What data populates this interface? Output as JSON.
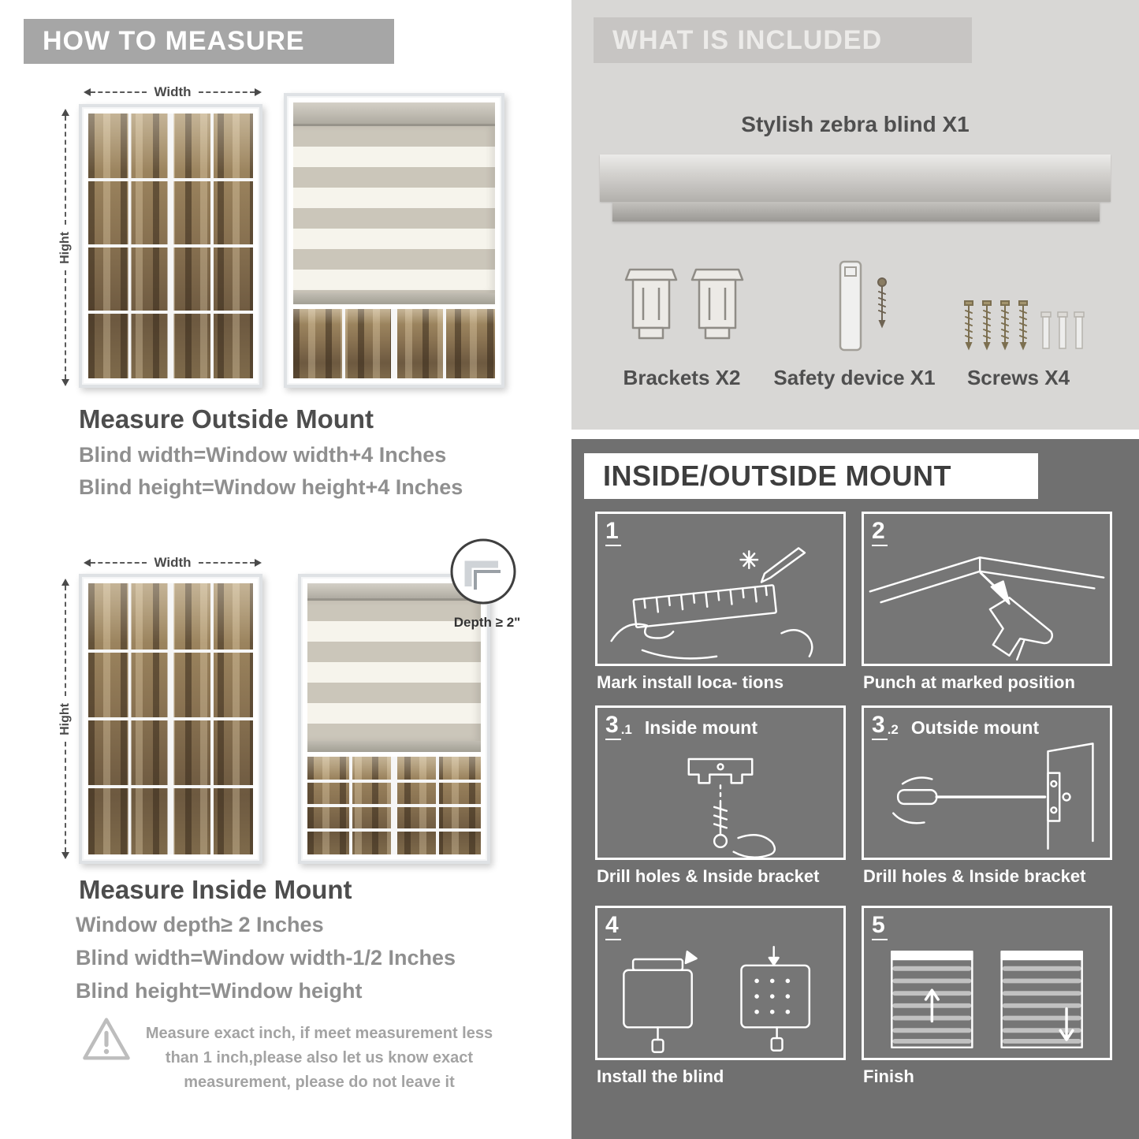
{
  "left": {
    "banner": "HOW TO MEASURE",
    "outside": {
      "width_label": "Width",
      "height_label": "Hight",
      "heading": "Measure Outside Mount",
      "lines": [
        "Blind width=Window width+4 Inches",
        "Blind height=Window height+4 Inches"
      ]
    },
    "inside": {
      "width_label": "Width",
      "height_label": "Hight",
      "depth_label": "Depth ≥ 2\"",
      "heading": "Measure Inside Mount",
      "lines": [
        "Window depth≥ 2 Inches",
        "Blind width=Window width-1/2 Inches",
        "Blind height=Window height"
      ]
    },
    "note": "Measure exact inch, if meet measurement less than 1 inch,please also let us know exact measurement, please do not leave it"
  },
  "included": {
    "banner": "WHAT IS INCLUDED",
    "product": "Stylish zebra blind X1",
    "items": [
      {
        "label": "Brackets X2",
        "icon": "bracket-icon"
      },
      {
        "label": "Safety device X1",
        "icon": "safety-device-icon"
      },
      {
        "label": "Screws X4",
        "icon": "screw-icon"
      }
    ]
  },
  "mount": {
    "banner": "INSIDE/OUTSIDE MOUNT",
    "steps": [
      {
        "num": "1",
        "sub": "",
        "title": "",
        "caption": "Mark install loca- tions"
      },
      {
        "num": "2",
        "sub": "",
        "title": "",
        "caption": "Punch at  marked position"
      },
      {
        "num": "3",
        "sub": ".1",
        "title": "Inside mount",
        "caption": "Drill holes &  Inside bracket"
      },
      {
        "num": "3",
        "sub": ".2",
        "title": "Outside mount",
        "caption": "Drill holes &  Inside bracket"
      },
      {
        "num": "4",
        "sub": "",
        "title": "",
        "caption": "Install the blind"
      },
      {
        "num": "5",
        "sub": "",
        "title": "",
        "caption": "Finish"
      }
    ]
  },
  "colors": {
    "banner_gray": "#a6a6a6",
    "panel_light": "#d8d7d5",
    "panel_dark": "#707070",
    "heading": "#4d4d4d",
    "body_text": "#8f8f8f"
  }
}
